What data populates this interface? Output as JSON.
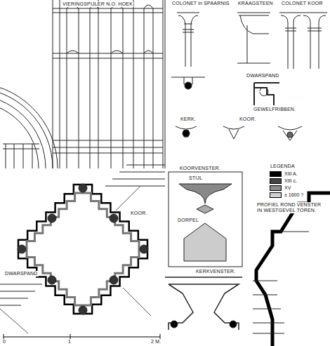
{
  "diagram": {
    "labels": [
      "VIERINGSPIJLER N.O. HOEK",
      "COLONET in SPAARNIS",
      "KRAAGSTEEN",
      "COLONET KOOR",
      "DWARSPAND",
      "GEWELFRIBBEN.",
      "KERK.",
      "KOOR.",
      "KOORVENSTER.",
      "STIJL",
      "DORPEL",
      "KOOR.",
      "DWARSPAND",
      "PROFIEL ROND VENSTER IN WESTGEVEL TOREN.",
      "KERKVENSTER.",
      "0",
      "1",
      "2 M.",
      "LEGENDA"
    ],
    "legend": [
      {
        "text": "XIII A.",
        "color": "#000000"
      },
      {
        "text": "XIII c.",
        "color": "#444444"
      },
      {
        "text": "XV",
        "color": "#8a8a8a"
      },
      {
        "text": "± 1600 ?",
        "color": "#d0d0d0"
      }
    ]
  }
}
